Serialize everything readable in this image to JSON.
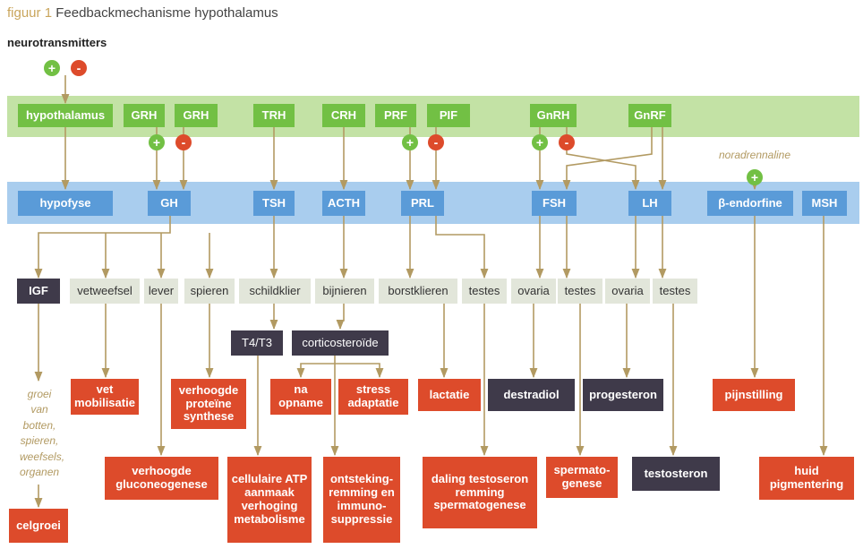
{
  "title": {
    "prefix": "figuur 1",
    "text": "Feedbackmechanisme hypothalamus"
  },
  "neurotransmitters": "neurotransmitters",
  "signs": {
    "plus": "+",
    "minus": "-"
  },
  "hormones": {
    "hypothalamus": "hypothalamus",
    "grh1": "GRH",
    "grh2": "GRH",
    "trh": "TRH",
    "crh": "CRH",
    "prf": "PRF",
    "pif": "PIF",
    "gnrh": "GnRH",
    "gnrf": "GnRF"
  },
  "pituitary": {
    "hypofyse": "hypofyse",
    "gh": "GH",
    "tsh": "TSH",
    "acth": "ACTH",
    "prl": "PRL",
    "fsh": "FSH",
    "lh": "LH",
    "bendorfine": "β-endorfine",
    "msh": "MSH"
  },
  "noradrenaline": "noradrennaline",
  "targets": {
    "igf": "IGF",
    "vetweefsel": "vetweefsel",
    "lever": "lever",
    "spieren": "spieren",
    "schildklier": "schildklier",
    "bijnieren": "bijnieren",
    "borstklieren": "borstklieren",
    "testes1": "testes",
    "ovaria1": "ovaria",
    "testes2": "testes",
    "ovaria2": "ovaria",
    "testes3": "testes"
  },
  "intermediates": {
    "t4t3": "T4/T3",
    "corticosteroide": "corticosteroïde"
  },
  "effects": {
    "vet_mobilisatie": "vet mobilisatie",
    "eiwit": "verhoogde proteïne synthese",
    "na_opname": "na opname",
    "stress": "stress adaptatie",
    "lactatie": "lactatie",
    "destradiol": "destradiol",
    "progesteron": "progesteron",
    "pijnstilling": "pijnstilling",
    "gluconeogenese": "verhoogde gluconeogenese",
    "atp": "cellulaire ATP aanmaak verhoging metabolisme",
    "ontsteking": "ontsteking- remming en immuno- suppressie",
    "daling": "daling testoseron remming spermatogenese",
    "spermatogenese": "spermato- genese",
    "testosteron": "testosteron",
    "huid": "huid pigmentering",
    "celgroei": "celgroei"
  },
  "growth_note": [
    "groei",
    "van",
    "botten,",
    "spieren,",
    "weefsels,",
    "organen"
  ],
  "colors": {
    "green": "#72c044",
    "blue": "#5a9bd8",
    "red": "#dd4b2b",
    "dark": "#3f3a4a",
    "grey": "#e2e6da",
    "line": "#b29a62"
  }
}
